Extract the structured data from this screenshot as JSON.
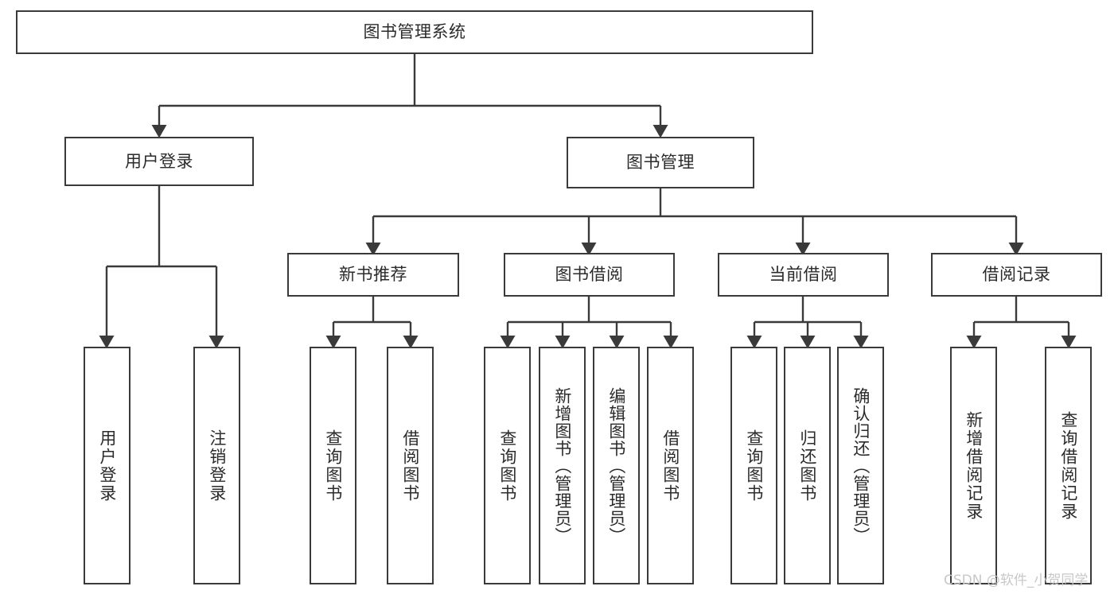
{
  "diagram": {
    "title": "图书管理系统",
    "type": "tree-hierarchy-chart",
    "watermark": "CSDN @软件_小贺同学",
    "colors": {
      "box_border": "#3a3a3a",
      "box_fill": "#ffffff",
      "connector": "#3a3a3a",
      "text": "#2b2b2b",
      "watermark": "#c8c8c8",
      "background": "#ffffff"
    },
    "root": {
      "label": "图书管理系统"
    },
    "level2": [
      {
        "label": "用户登录"
      },
      {
        "label": "图书管理"
      }
    ],
    "level3": [
      {
        "label": "新书推荐"
      },
      {
        "label": "图书借阅"
      },
      {
        "label": "当前借阅"
      },
      {
        "label": "借阅记录"
      }
    ],
    "leaves": {
      "user_login": [
        {
          "label": "用户登录"
        },
        {
          "label": "注销登录"
        }
      ],
      "new_book_recommend": [
        {
          "label": "查询图书"
        },
        {
          "label": "借阅图书"
        }
      ],
      "book_borrow": [
        {
          "label": "查询图书"
        },
        {
          "label": "新增图书（管理员）"
        },
        {
          "label": "编辑图书（管理员）"
        },
        {
          "label": "借阅图书"
        }
      ],
      "current_borrow": [
        {
          "label": "查询图书"
        },
        {
          "label": "归还图书"
        },
        {
          "label": "确认归还（管理员）"
        }
      ],
      "borrow_records": [
        {
          "label": "新增借阅记录"
        },
        {
          "label": "查询借阅记录"
        }
      ]
    }
  }
}
